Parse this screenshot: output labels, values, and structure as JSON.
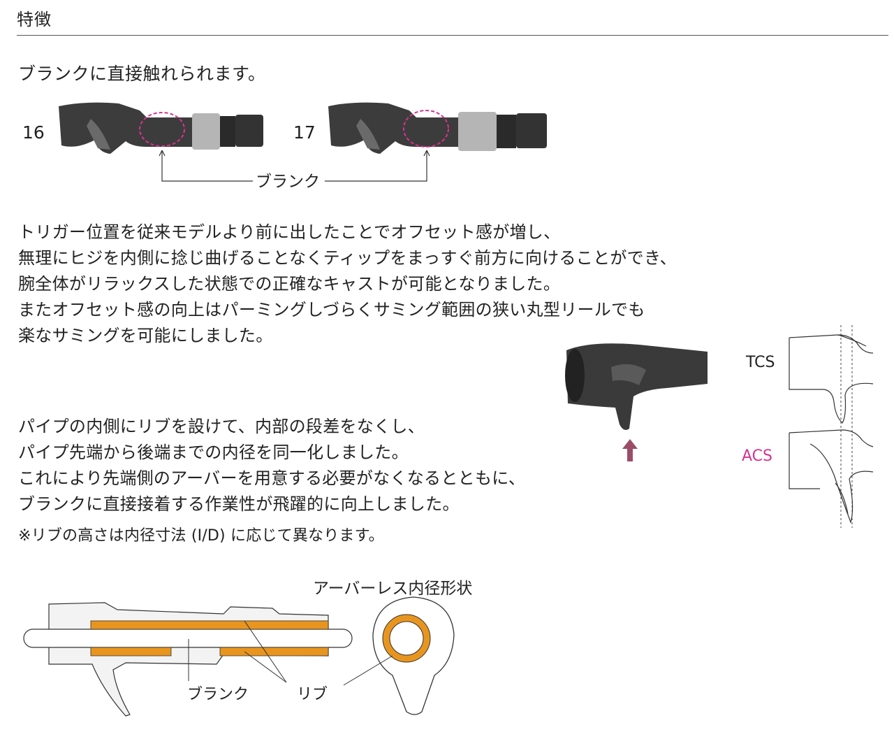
{
  "section": {
    "title": "特徴"
  },
  "lead": "ブランクに直接触れられます。",
  "grips": {
    "label_16": "16",
    "label_17": "17",
    "blank_label": "ブランク"
  },
  "paragraph1": [
    "トリガー位置を従来モデルより前に出したことでオフセット感が増し、",
    "無理にヒジを内側に捻じ曲げることなくティップをまっすぐ前方に向けることができ、",
    "腕全体がリラックスした状態での正確なキャストが可能となりました。",
    "またオフセット感の向上はパーミングしづらくサミング範囲の狭い丸型リールでも",
    "楽なサミングを可能にしました。"
  ],
  "comparison": {
    "tcs": "TCS",
    "acs": "ACS",
    "acs_color": "#d6338f"
  },
  "paragraph2": [
    "パイプの内側にリブを設けて、内部の段差をなくし、",
    "パイプ先端から後端までの内径を同一化しました。",
    "これにより先端側のアーバーを用意する必要がなくなるとともに、",
    "ブランクに直接接着する作業性が飛躍的に向上しました。"
  ],
  "note": "※リブの高さは内径寸法 (I/D) に応じて異なります。",
  "diagram": {
    "arbor_title": "アーバーレス内径形状",
    "blank_label": "ブランク",
    "rib_label": "リブ",
    "rib_color": "#e8951f"
  },
  "colors": {
    "highlight_dash": "#d6338f",
    "arrow": "#9b4d68"
  }
}
